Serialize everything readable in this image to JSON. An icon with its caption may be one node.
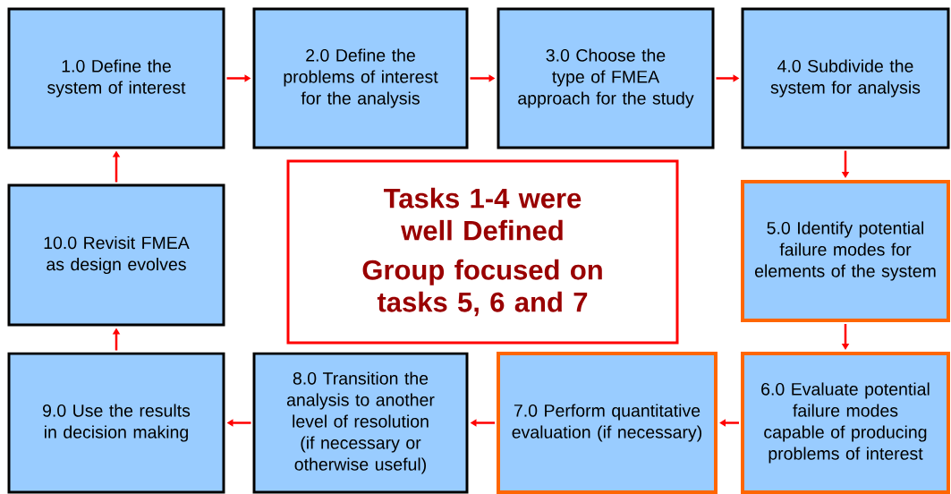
{
  "diagram": {
    "nodes": [
      {
        "text": [
          "1.0 Define the system of interest"
        ]
      },
      {
        "text": [
          "2.0 Define the problems of interest for the analysis"
        ]
      },
      {
        "text": [
          "3.0 Choose the type of FMEA approach for the study"
        ]
      },
      {
        "text": [
          "4.0 Subdivide the system for analysis"
        ]
      },
      {
        "text": [
          "5.0 Identify potential failure modes for elements of the system"
        ]
      },
      {
        "text": [
          "6.0 Evaluate potential failure modes capable of producing problems of interest"
        ]
      },
      {
        "text": [
          "7.0 Perform quantitative evaluation (if necessary)"
        ]
      },
      {
        "text": [
          "8.0 Transition the analysis to another level of resolution (if necessary or otherwise useful)"
        ]
      },
      {
        "text": [
          "9.0 Use the results in decision making"
        ]
      },
      {
        "text": [
          "10.0 Revisit FMEA as design evolves"
        ]
      },
      {
        "text": [
          "Tasks 1-4 were well Defined",
          "Group focused on tasks 5, 6 and 7"
        ]
      }
    ],
    "edges": [
      {
        "from": 0,
        "to": 1,
        "arrow": "to"
      },
      {
        "from": 1,
        "to": 2,
        "arrow": "to"
      },
      {
        "from": 2,
        "to": 3,
        "arrow": "to"
      },
      {
        "from": 3,
        "to": 4,
        "arrow": "to"
      },
      {
        "from": 4,
        "to": 5,
        "arrow": "to"
      },
      {
        "from": 5,
        "to": 6,
        "arrow": "to"
      },
      {
        "from": 6,
        "to": 7,
        "arrow": "to"
      },
      {
        "from": 7,
        "to": 8,
        "arrow": "to"
      },
      {
        "from": 8,
        "to": 9,
        "arrow": "to"
      },
      {
        "from": 9,
        "to": 0,
        "arrow": "to"
      }
    ]
  }
}
